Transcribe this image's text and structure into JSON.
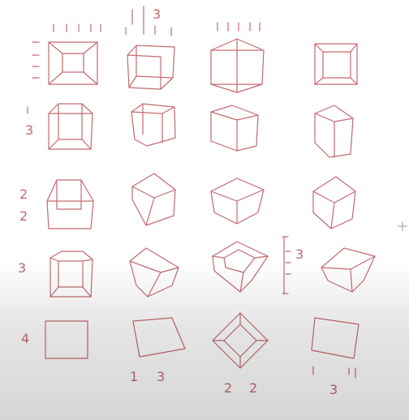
{
  "canvas": {
    "background": "#ffffff",
    "shadow": "#cfcfcf"
  },
  "ink": {
    "red": "#c26b70",
    "gray": "#9a9a9a",
    "blue": "#6f87b0"
  },
  "annotations": {
    "top_col2": "3",
    "left_row2": "3",
    "left_row3_top": "2",
    "left_row3_bottom": "2",
    "left_row4": "3",
    "left_row5": "4",
    "right_row4": "3",
    "bottom_col2_left": "1",
    "bottom_col2_right": "3",
    "bottom_col3_left": "2",
    "bottom_col3_right": "2",
    "bottom_col4": "3"
  },
  "drawing": {
    "subject": "cube perspective practice sheet",
    "rows": 5,
    "columns": 4
  }
}
